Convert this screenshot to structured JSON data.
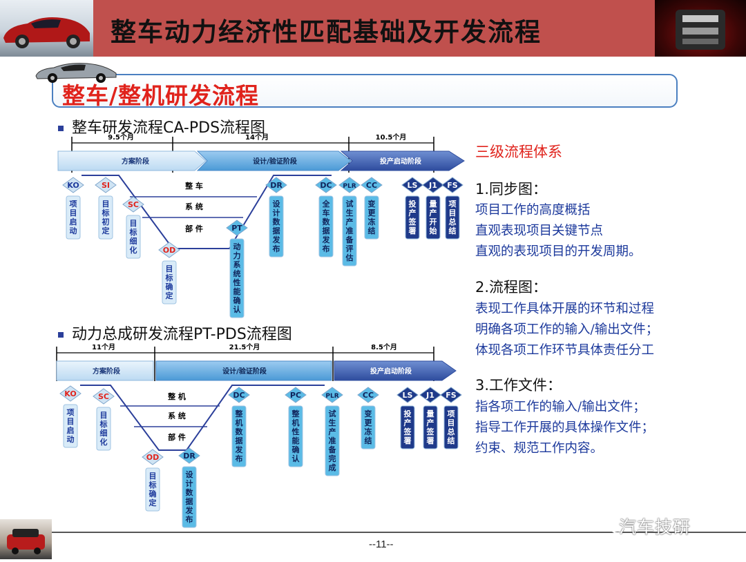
{
  "header": {
    "title": "整车动力经济性匹配基础及开发流程"
  },
  "section": {
    "title": "整车/整机研发流程"
  },
  "vehicle": {
    "heading": "整车研发流程CA-PDS流程图",
    "durations": [
      "9.5个月",
      "14个月",
      "10.5个月"
    ],
    "phases": [
      "方案阶段",
      "设计/验证阶段",
      "投产启动阶段"
    ],
    "levels": [
      "整 车",
      "系 统",
      "部 件"
    ],
    "nodes": [
      {
        "code": "KO",
        "label": "项目启动"
      },
      {
        "code": "SI",
        "label": "目标初定"
      },
      {
        "code": "SC",
        "label": "目标细化"
      },
      {
        "code": "OD",
        "label": "目标确定"
      },
      {
        "code": "PT",
        "label": "动力系统性能确认"
      },
      {
        "code": "DR",
        "label": "设计数据发布"
      },
      {
        "code": "DC",
        "label": "全车数据发布"
      },
      {
        "code": "PLR",
        "label": "试生产准备评估"
      },
      {
        "code": "CC",
        "label": "变更冻结"
      },
      {
        "code": "LS",
        "label": "投产签署"
      },
      {
        "code": "J1",
        "label": "量产开始"
      },
      {
        "code": "FS",
        "label": "项目总结"
      }
    ]
  },
  "powertrain": {
    "heading": "动力总成研发流程PT-PDS流程图",
    "durations": [
      "11个月",
      "21.5个月",
      "8.5个月"
    ],
    "phases": [
      "方案阶段",
      "设计/验证阶段",
      "投产启动阶段"
    ],
    "levels": [
      "整 机",
      "系 统",
      "部 件"
    ],
    "nodes": [
      {
        "code": "KO",
        "label": "项目启动"
      },
      {
        "code": "SC",
        "label": "目标细化"
      },
      {
        "code": "OD",
        "label": "目标确定"
      },
      {
        "code": "DR",
        "label": "设计数据发布"
      },
      {
        "code": "DC",
        "label": "整机数据发布"
      },
      {
        "code": "PC",
        "label": "整机性能确认"
      },
      {
        "code": "PLR",
        "label": "试生产准备完成"
      },
      {
        "code": "CC",
        "label": "变更冻结"
      },
      {
        "code": "LS",
        "label": "投产签署"
      },
      {
        "code": "J1",
        "label": "量产签署"
      },
      {
        "code": "FS",
        "label": "项目总结"
      }
    ]
  },
  "right": {
    "title": "三级流程体系",
    "sections": [
      {
        "heading": "1.同步图：",
        "lines": [
          "项目工作的高度概括",
          "直观表现项目关键节点",
          "直观的表现项目的开发周期。"
        ]
      },
      {
        "heading": "2.流程图：",
        "lines": [
          "表现工作具体开展的环节和过程",
          "明确各项工作的输入/输出文件；",
          "体现各项工作环节具体责任分工"
        ]
      },
      {
        "heading": "3.工作文件：",
        "lines": [
          "指各项工作的输入/输出文件；",
          "指导工作开展的具体操作文件；",
          "约束、规范工作内容。"
        ]
      }
    ]
  },
  "footer": {
    "page": "--11--",
    "watermark": "汽车技研"
  },
  "colors": {
    "header": "#c0504d",
    "accent_red": "#e0231c",
    "blue_text": "#1d3a9c",
    "light_blue": "#5bbbe6",
    "dark_blue": "#1f3a8a"
  }
}
